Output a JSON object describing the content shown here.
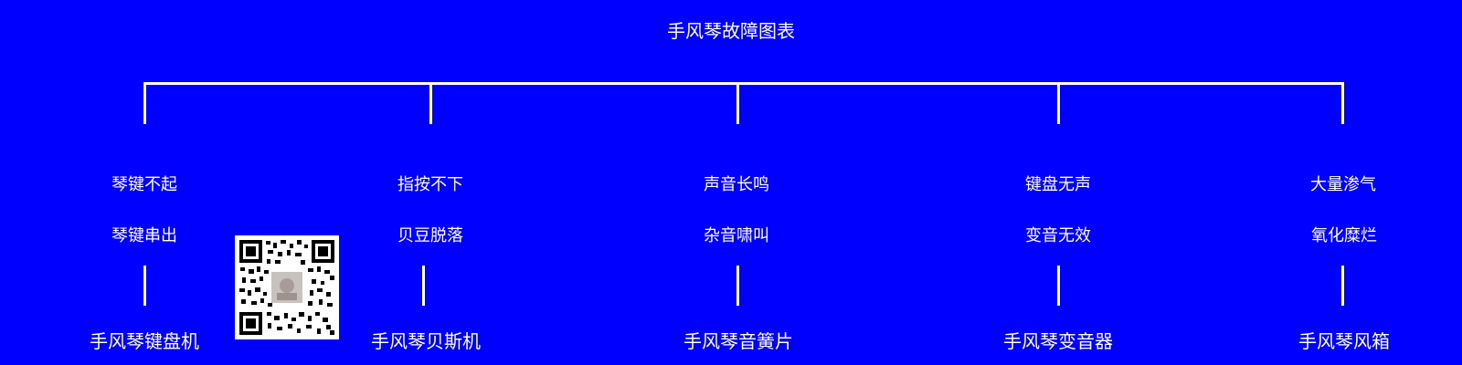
{
  "title": "手风琴故障图表",
  "columns": [
    {
      "fault_1": "琴键不起",
      "fault_2": "琴键串出",
      "component": "手风琴键盘机"
    },
    {
      "fault_1": "指按不下",
      "fault_2": "贝豆脱落",
      "component": "手风琴贝斯机"
    },
    {
      "fault_1": "声音长鸣",
      "fault_2": "杂音啸叫",
      "component": "手风琴音簧片"
    },
    {
      "fault_1": "键盘无声",
      "fault_2": "变音无效",
      "component": "手风琴变音器"
    },
    {
      "fault_1": "大量渗气",
      "fault_2": "氧化糜烂",
      "component": "手风琴风箱"
    }
  ],
  "colors": {
    "background": "#0000FF",
    "foreground": "#FFFFFF"
  }
}
